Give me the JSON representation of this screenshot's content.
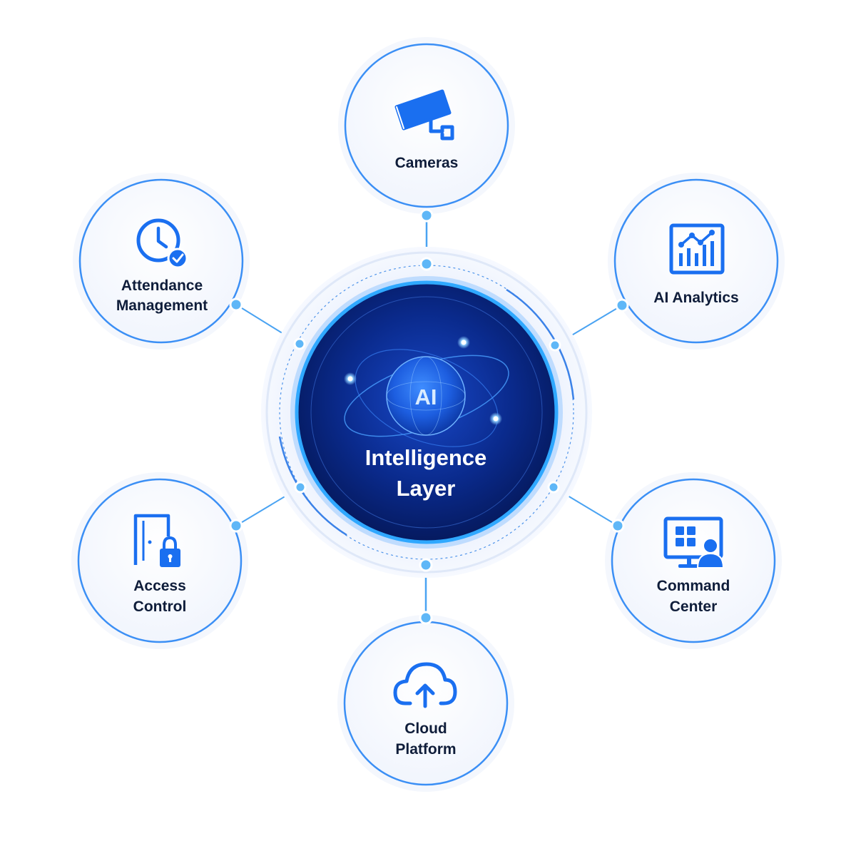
{
  "center": {
    "badge": "AI",
    "title_line1": "Intelligence",
    "title_line2": "Layer"
  },
  "nodes": [
    {
      "id": "cameras",
      "line1": "Cameras",
      "line2": "",
      "icon": "security-camera-icon"
    },
    {
      "id": "ai-analytics",
      "line1": "AI Analytics",
      "line2": "",
      "icon": "analytics-chart-icon"
    },
    {
      "id": "command-center",
      "line1": "Command",
      "line2": "Center",
      "icon": "monitor-user-icon"
    },
    {
      "id": "cloud-platform",
      "line1": "Cloud",
      "line2": "Platform",
      "icon": "cloud-upload-icon"
    },
    {
      "id": "access-control",
      "line1": "Access",
      "line2": "Control",
      "icon": "door-lock-icon"
    },
    {
      "id": "attendance-management",
      "line1": "Attendance",
      "line2": "Management",
      "icon": "clock-check-icon"
    }
  ],
  "colors": {
    "accent": "#1a6ff0",
    "ring": "#3b8ff5",
    "core_dark": "#06206a",
    "text": "#0f1d3a",
    "connector": "#4aa3f2"
  }
}
